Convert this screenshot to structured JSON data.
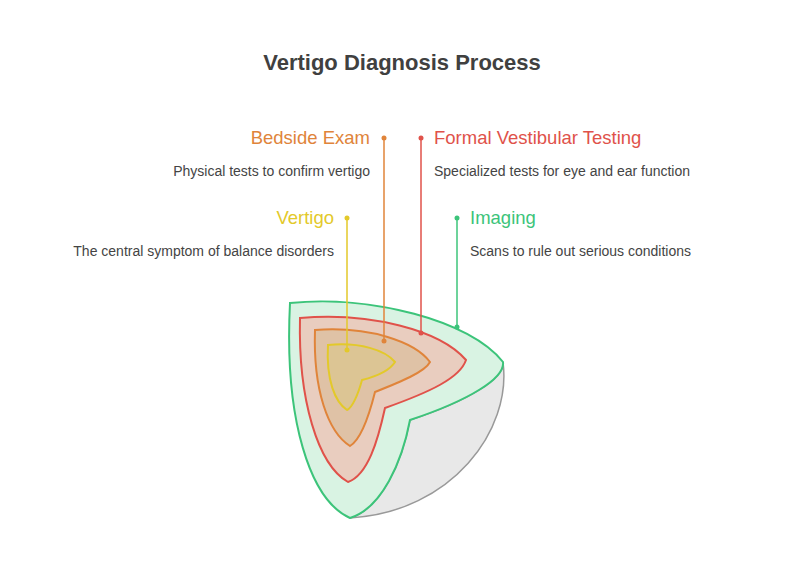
{
  "diagram": {
    "title": "Vertigo Diagnosis Process",
    "nodes": [
      {
        "text": [
          "Imaging",
          "Scans to rule out serious conditions"
        ]
      },
      {
        "text": [
          "Formal Vestibular Testing",
          "Specialized tests for eye and ear function"
        ],
        "in": 0
      },
      {
        "text": [
          "Bedside Exam",
          "Physical tests to confirm vertigo"
        ],
        "in": 1
      },
      {
        "text": [
          "Vertigo",
          "The central symptom of balance disorders"
        ],
        "in": 2
      }
    ]
  }
}
